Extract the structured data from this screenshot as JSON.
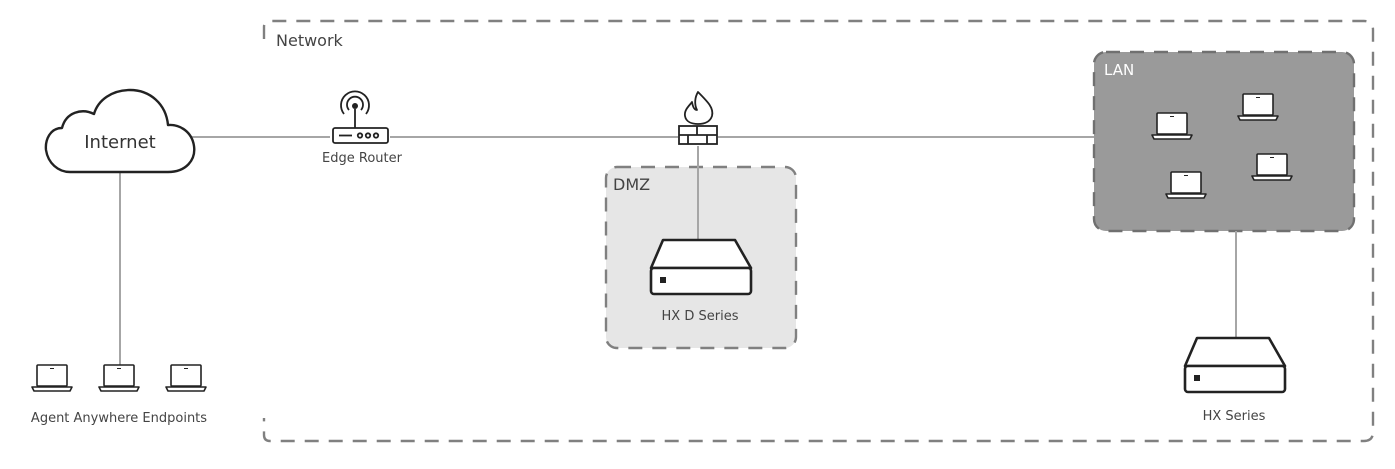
{
  "diagram": {
    "zones": {
      "network": "Network",
      "dmz": "DMZ",
      "lan": "LAN"
    },
    "nodes": {
      "internet": "Internet",
      "edge_router": "Edge Router",
      "hx_d_series": "HX D Series",
      "hx_series": "HX Series",
      "agent_endpoints": "Agent Anywhere Endpoints"
    },
    "colors": {
      "zone_border": "#808080",
      "dmz_fill": "#e6e6e6",
      "lan_fill": "#9a9a9a",
      "connector": "#a6a6a6",
      "icon_stroke": "#222222"
    },
    "icons": [
      "cloud-icon",
      "router-icon",
      "firewall-icon",
      "appliance-icon",
      "laptop-icon"
    ]
  }
}
